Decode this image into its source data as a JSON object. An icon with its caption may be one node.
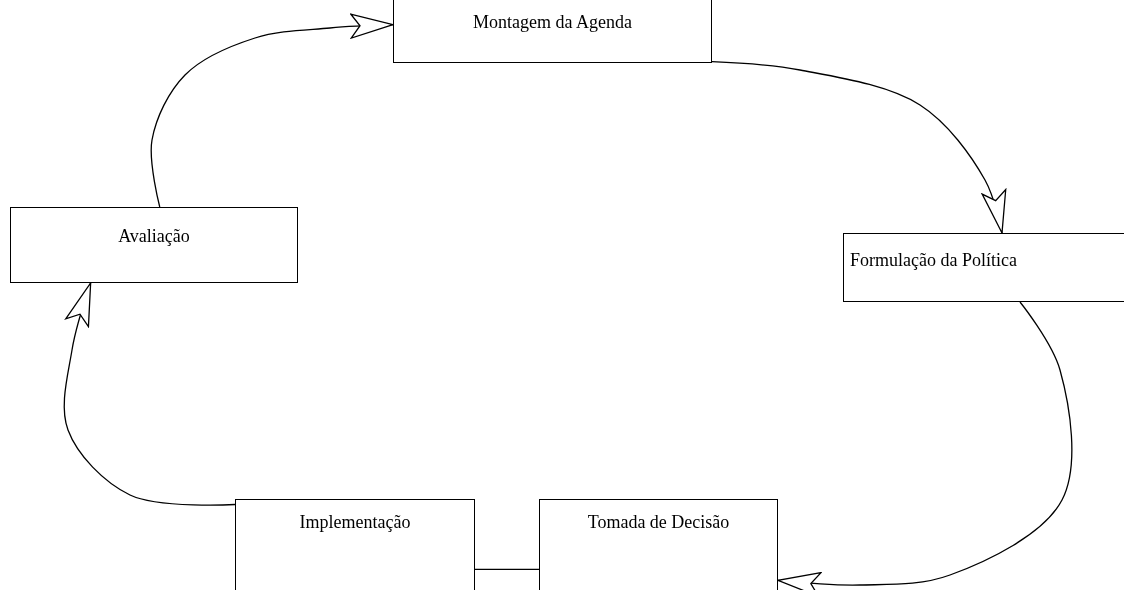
{
  "diagram": {
    "nodes": [
      {
        "text": [
          "Montagem da Agenda"
        ]
      },
      {
        "text": [
          "Avaliação"
        ]
      },
      {
        "text": [
          "Formulação da Política"
        ]
      },
      {
        "text": [
          "Implementação"
        ]
      },
      {
        "text": [
          "Tomada de Decisão"
        ]
      }
    ],
    "edges": [
      {
        "from": 1,
        "to": 0,
        "arrow": "to"
      },
      {
        "from": 0,
        "to": 2,
        "arrow": "to"
      },
      {
        "from": 2,
        "to": 4,
        "arrow": "to"
      },
      {
        "from": 3,
        "to": 1,
        "arrow": "to"
      },
      {
        "from": 3,
        "to": 4,
        "arrow": "none"
      }
    ]
  }
}
